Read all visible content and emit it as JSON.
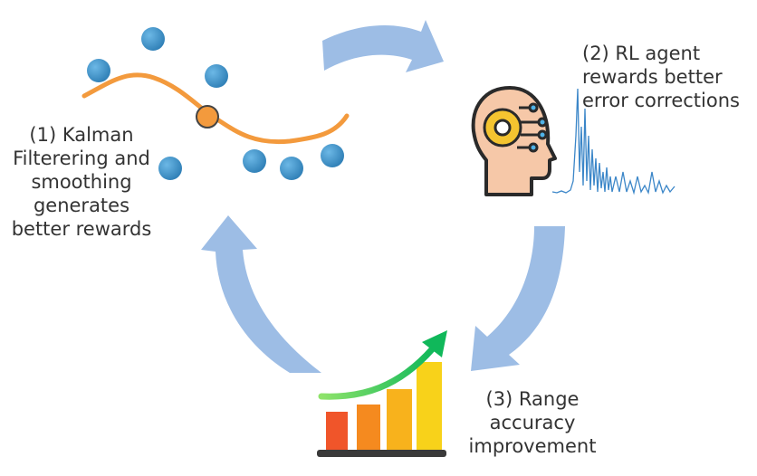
{
  "steps": [
    {
      "lines": [
        "(1) Kalman",
        "Filterering and",
        "smoothing",
        "generates",
        "better rewards"
      ]
    },
    {
      "lines": [
        "(2) RL agent",
        "rewards better",
        "error corrections"
      ]
    },
    {
      "lines": [
        "(3) Range accuracy",
        "improvement"
      ]
    }
  ],
  "colors": {
    "cycle_arrow": "#9dbde5",
    "dot": "#3d8fc4",
    "curve": "#f39a3d",
    "highlight": "#f39a3d",
    "signal": "#3b86c8",
    "text": "#333333"
  },
  "icons": [
    "measurement-dots-icon",
    "ai-brain-head-icon",
    "growth-chart-icon"
  ]
}
